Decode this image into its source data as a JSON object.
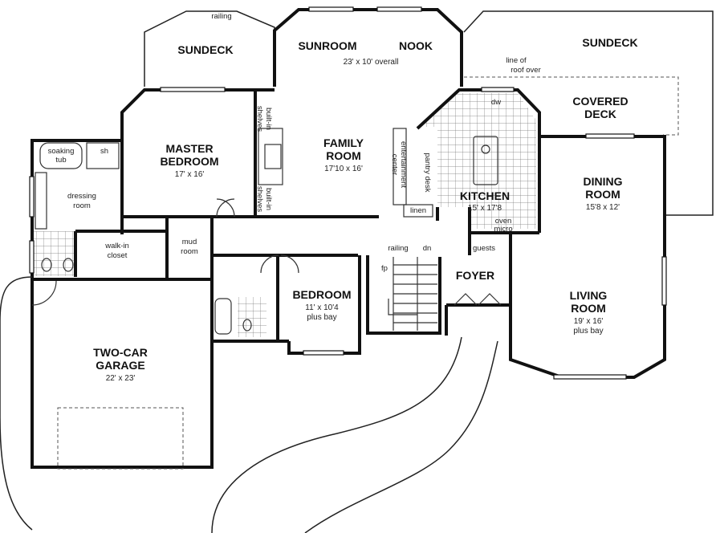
{
  "rooms": {
    "sundeck_left": {
      "name": "SUNDECK"
    },
    "sunroom": {
      "name": "SUNROOM",
      "dims": "23' x 10' overall"
    },
    "nook": {
      "name": "NOOK"
    },
    "sundeck_right": {
      "name": "SUNDECK"
    },
    "covered_deck": {
      "line1": "COVERED",
      "line2": "DECK"
    },
    "master_bedroom": {
      "line1": "MASTER",
      "line2": "BEDROOM",
      "dims": "17' x 16'"
    },
    "family_room": {
      "line1": "FAMILY",
      "line2": "ROOM",
      "dims": "17'10 x 16'"
    },
    "kitchen": {
      "name": "KITCHEN",
      "dims": "15' x 17'8"
    },
    "dining_room": {
      "line1": "DINING",
      "line2": "ROOM",
      "dims": "15'8 x 12'"
    },
    "bedroom": {
      "name": "BEDROOM",
      "dims1": "11' x 10'4",
      "dims2": "plus bay"
    },
    "foyer": {
      "name": "FOYER"
    },
    "living_room": {
      "line1": "LIVING",
      "line2": "ROOM",
      "dims1": "19' x 16'",
      "dims2": "plus bay"
    },
    "garage": {
      "line1": "TWO-CAR",
      "line2": "GARAGE",
      "dims": "22' x 23'"
    }
  },
  "notes": {
    "railing_top": "railing",
    "railing_stair": "railing",
    "stair_dn": "dn",
    "roof_line1": "line of",
    "roof_line2": "roof over",
    "soaking_tub1": "soaking",
    "soaking_tub2": "tub",
    "shower": "sh",
    "dressing1": "dressing",
    "dressing2": "room",
    "walk_in1": "walk-in",
    "walk_in2": "closet",
    "mud1": "mud",
    "mud2": "room",
    "built_in_top1": "built-in",
    "built_in_top2": "shelves",
    "built_in_bot1": "built-in",
    "built_in_bot2": "shelves",
    "entertainment1": "entertainment",
    "entertainment2": "center",
    "pantry_desk": "pantry desk",
    "linen": "linen",
    "dw": "dw",
    "oven1": "oven",
    "oven2": "micro",
    "guests": "guests",
    "fp": "fp"
  }
}
